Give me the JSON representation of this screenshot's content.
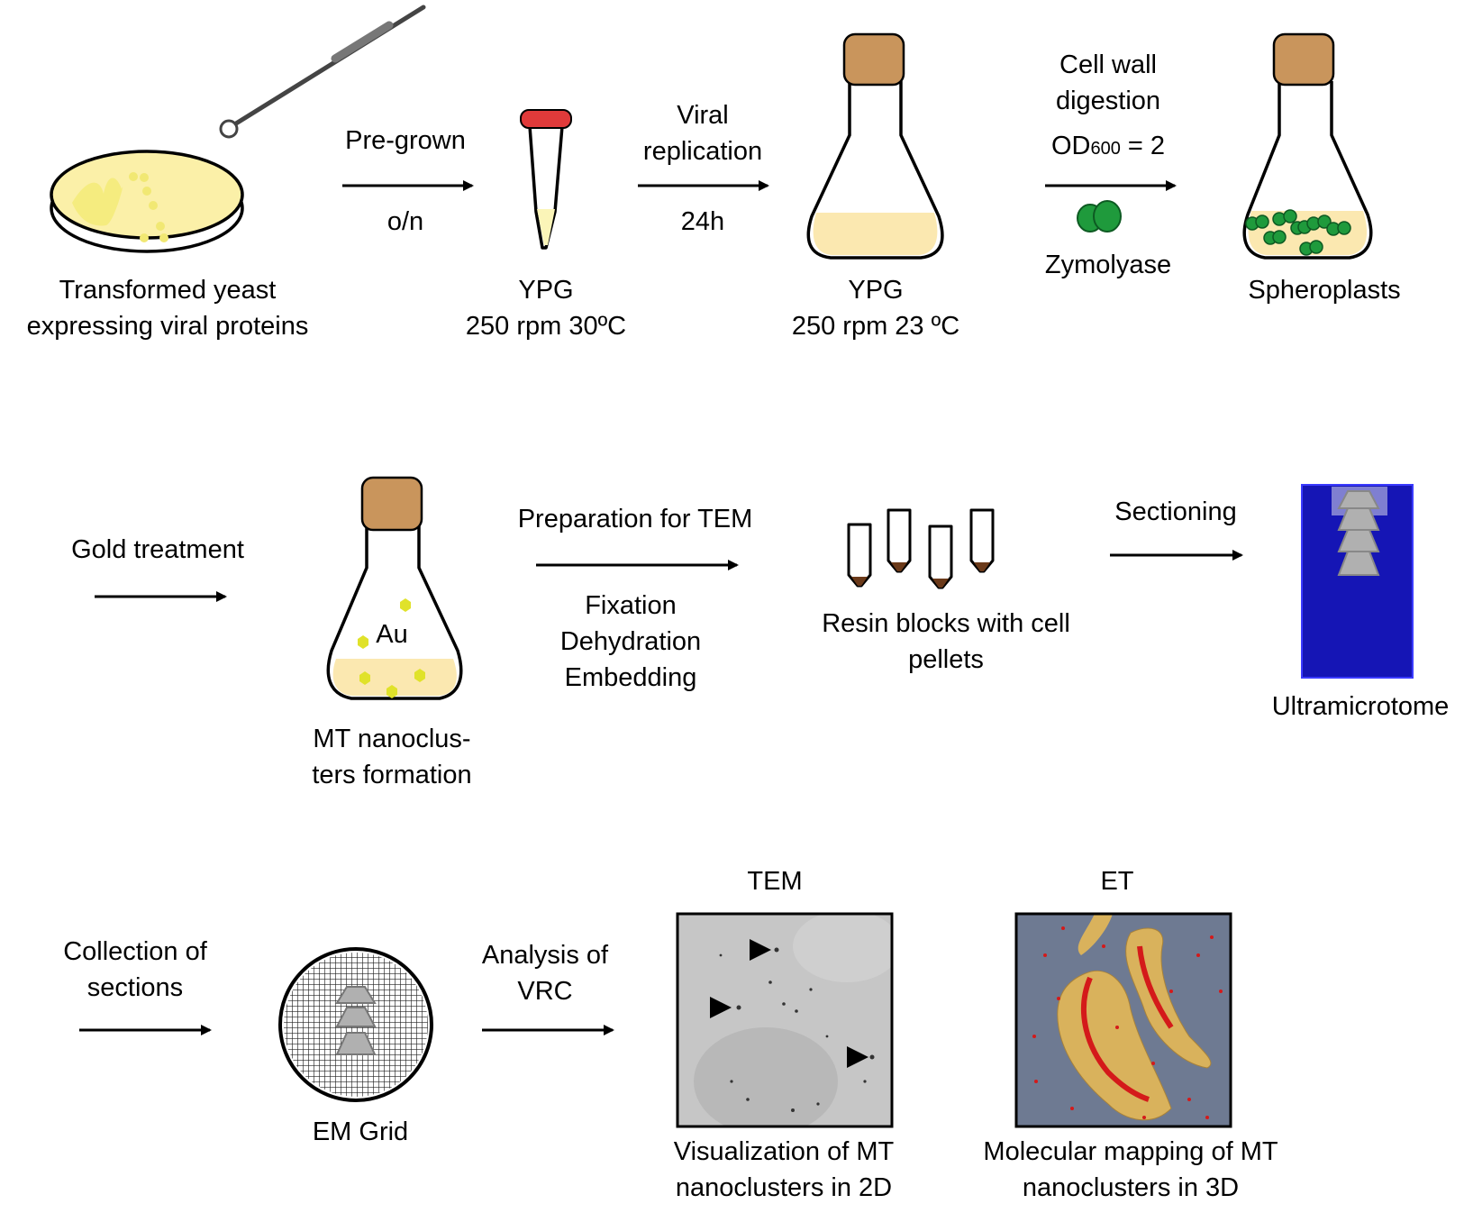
{
  "row1": {
    "plate_caption": [
      "Transformed yeast",
      "expressing viral proteins"
    ],
    "arrow1_top": "Pre-grown",
    "arrow1_bottom": "o/n",
    "tube_caption": [
      "YPG",
      "250 rpm 30ºC"
    ],
    "arrow2_top": [
      "Viral",
      "replication"
    ],
    "arrow2_bottom": "24h",
    "flask1_caption": [
      "YPG",
      "250 rpm 23 ºC"
    ],
    "arrow3_top": [
      "Cell wall",
      "digestion"
    ],
    "od_label": "OD",
    "od_sub": "600",
    "od_value": " = 2",
    "arrow3_bottom": "Zymolyase",
    "flask2_caption": "Spheroplasts"
  },
  "row2": {
    "arrow1_top": "Gold treatment",
    "flask_inner": "Au",
    "flask_caption": [
      "MT nanoclus-",
      "ters formation"
    ],
    "arrow2_top": "Preparation for TEM",
    "arrow2_bottom": [
      "Fixation",
      "Dehydration",
      "Embedding"
    ],
    "blocks_caption": [
      "Resin blocks with cell",
      "pellets"
    ],
    "arrow3_top": "Sectioning",
    "microtome_caption": "Ultramicrotome"
  },
  "row3": {
    "arrow1_top": [
      "Collection of",
      "sections"
    ],
    "grid_caption": "EM Grid",
    "arrow2_top": [
      "Analysis of",
      "VRC"
    ],
    "tem_title": "TEM",
    "tem_caption": [
      "Visualization of MT",
      "nanoclusters in 2D"
    ],
    "et_title": "ET",
    "et_caption": [
      "Molecular mapping of MT",
      "nanoclusters in 3D"
    ]
  },
  "colors": {
    "yeast": "#fbf0a8",
    "medium": "#fbe8b0",
    "cork": "#c9955c",
    "cap": "#e03a3a",
    "spheroplast": "#1f9a3c",
    "gold": "#e0e22a",
    "pellet": "#6b3a1a",
    "microtome": "#1515b5",
    "et_background": "#6e7a92",
    "et_membrane": "#d9b25c",
    "et_gold": "#d41a1a"
  }
}
